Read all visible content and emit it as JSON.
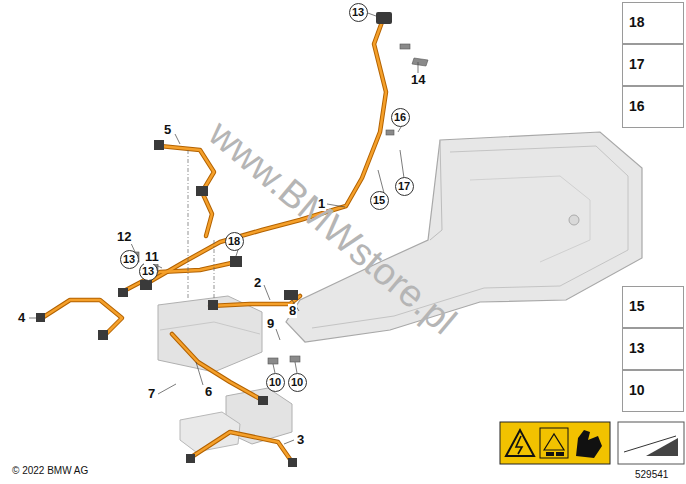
{
  "diagram": {
    "nodes": [
      {
        "text": [
          "13"
        ]
      },
      {
        "text": [
          "18"
        ]
      },
      {
        "text": [
          "17"
        ]
      },
      {
        "text": [
          "16"
        ]
      },
      {
        "text": [
          "16"
        ]
      },
      {
        "text": [
          "17"
        ]
      },
      {
        "text": [
          "15"
        ]
      },
      {
        "text": [
          "18"
        ]
      },
      {
        "text": [
          "13"
        ]
      },
      {
        "text": [
          "13"
        ]
      },
      {
        "text": [
          "15"
        ]
      },
      {
        "text": [
          "13"
        ]
      },
      {
        "text": [
          "10"
        ]
      },
      {
        "text": [
          "10"
        ]
      },
      {
        "text": [
          "10"
        ]
      }
    ],
    "labels": [
      "14",
      "1",
      "5",
      "12",
      "11",
      "4",
      "2",
      "8",
      "9",
      "7",
      "6",
      "3",
      "www.BMWstore.pl",
      "© 2022 BMW AG",
      "529541"
    ]
  }
}
